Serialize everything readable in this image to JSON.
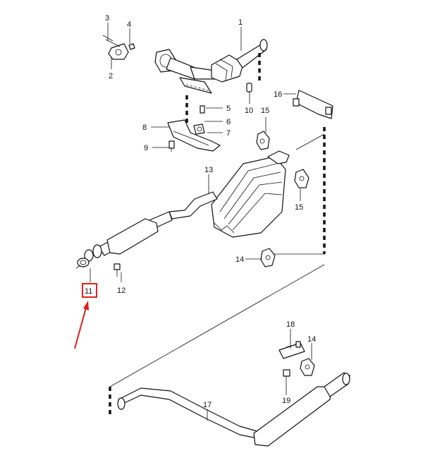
{
  "diagram": {
    "callouts": {
      "c1": "1",
      "c2": "2",
      "c3": "3",
      "c4": "4",
      "c5": "5",
      "c6": "6",
      "c7": "7",
      "c8": "8",
      "c9": "9",
      "c10": "10",
      "c11": "11",
      "c12": "12",
      "c13": "13",
      "c14a": "14",
      "c14b": "14",
      "c15a": "15",
      "c15b": "15",
      "c16": "16",
      "c17": "17",
      "c18": "18",
      "c19": "19"
    },
    "highlight": {
      "callout": "11",
      "box_color": "#e0201b",
      "arrow_color": "#e0201b"
    }
  }
}
